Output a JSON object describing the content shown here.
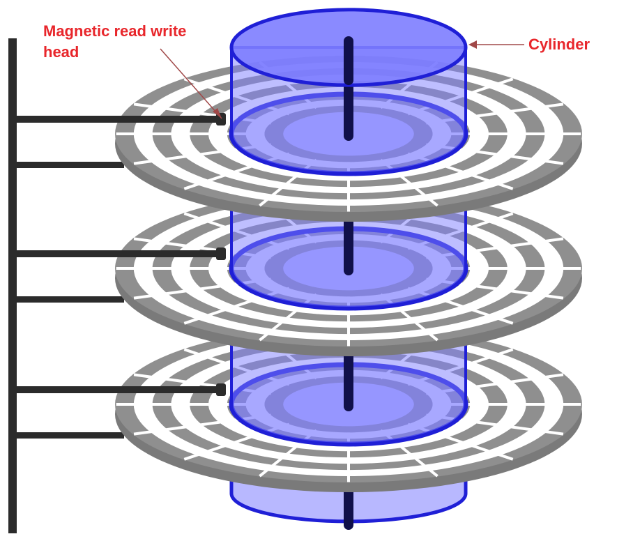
{
  "labels": {
    "head": "Magnetic read write head",
    "cylinder": "Cylinder"
  },
  "colors": {
    "platter": "#8f8f8f",
    "platter_gap": "#ffffff",
    "cylinder_fill": "#7d7dff",
    "cylinder_stroke": "#1f1fd6",
    "spindle": "#10104a",
    "arm": "#2b2b2b",
    "annotation": "#e8262b",
    "pointer": "#a04848"
  },
  "platters": [
    {
      "name": "platter-top"
    },
    {
      "name": "platter-middle"
    },
    {
      "name": "platter-bottom"
    }
  ]
}
